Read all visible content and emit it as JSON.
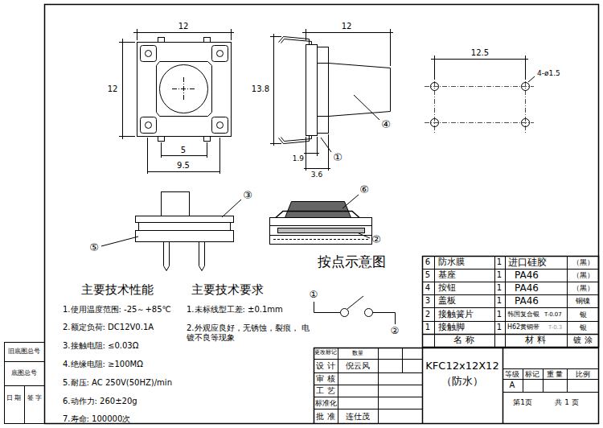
{
  "diagram": {
    "labels": [
      "12",
      "12",
      "5",
      "9.5",
      "12",
      "13.8",
      "1.9",
      "①",
      "3.6",
      "④",
      "12.5",
      "4-ø1.5",
      "③",
      "⑤",
      "⑥",
      "②",
      "按点示意图",
      "①",
      "②",
      "主要技术性能",
      "主要技术要求",
      "1.使用温度范围: -25～+85℃",
      "2.额定负荷: DC12V0.1A",
      "3.接触电阻: ≤0.03Ω",
      "4.绝缘电阻: ≥100MΩ",
      "5.耐压: AC 250V(50HZ)/min",
      "6.动作力: 260±20g",
      "7.寿命: 100000次",
      "1.未标线型工差: ±0.1mm",
      "2.外观应良好，无锈蚀，裂痕， 电镀不良等现象",
      "6",
      "防水膜",
      "1",
      "进口硅胶",
      "（黑）",
      "5",
      "基座",
      "1",
      "PA46",
      "（黑）",
      "4",
      "按钮",
      "1",
      "PA46",
      "（黑）",
      "3",
      "盖板",
      "1",
      "PA46",
      "铜镍",
      "2",
      "接触簧片",
      "1",
      "韩国复合银",
      "T-0.07",
      "银",
      "1",
      "接触脚",
      "1",
      "H62黄铜带",
      "T-0.3",
      "银",
      "名 称",
      "材 料",
      "镀 涂",
      "更改标记",
      "数量",
      "设 计",
      "倪云风",
      "审 核",
      "工 艺",
      "标准化",
      "批 准",
      "连仕茂",
      "KFC12x12X12",
      "（防水）",
      "等级",
      "标记",
      "重 量",
      "比例",
      "A",
      "第1页",
      "共 1 页",
      "旧底图总号",
      "底图总号",
      "日 期",
      "签 字"
    ]
  }
}
